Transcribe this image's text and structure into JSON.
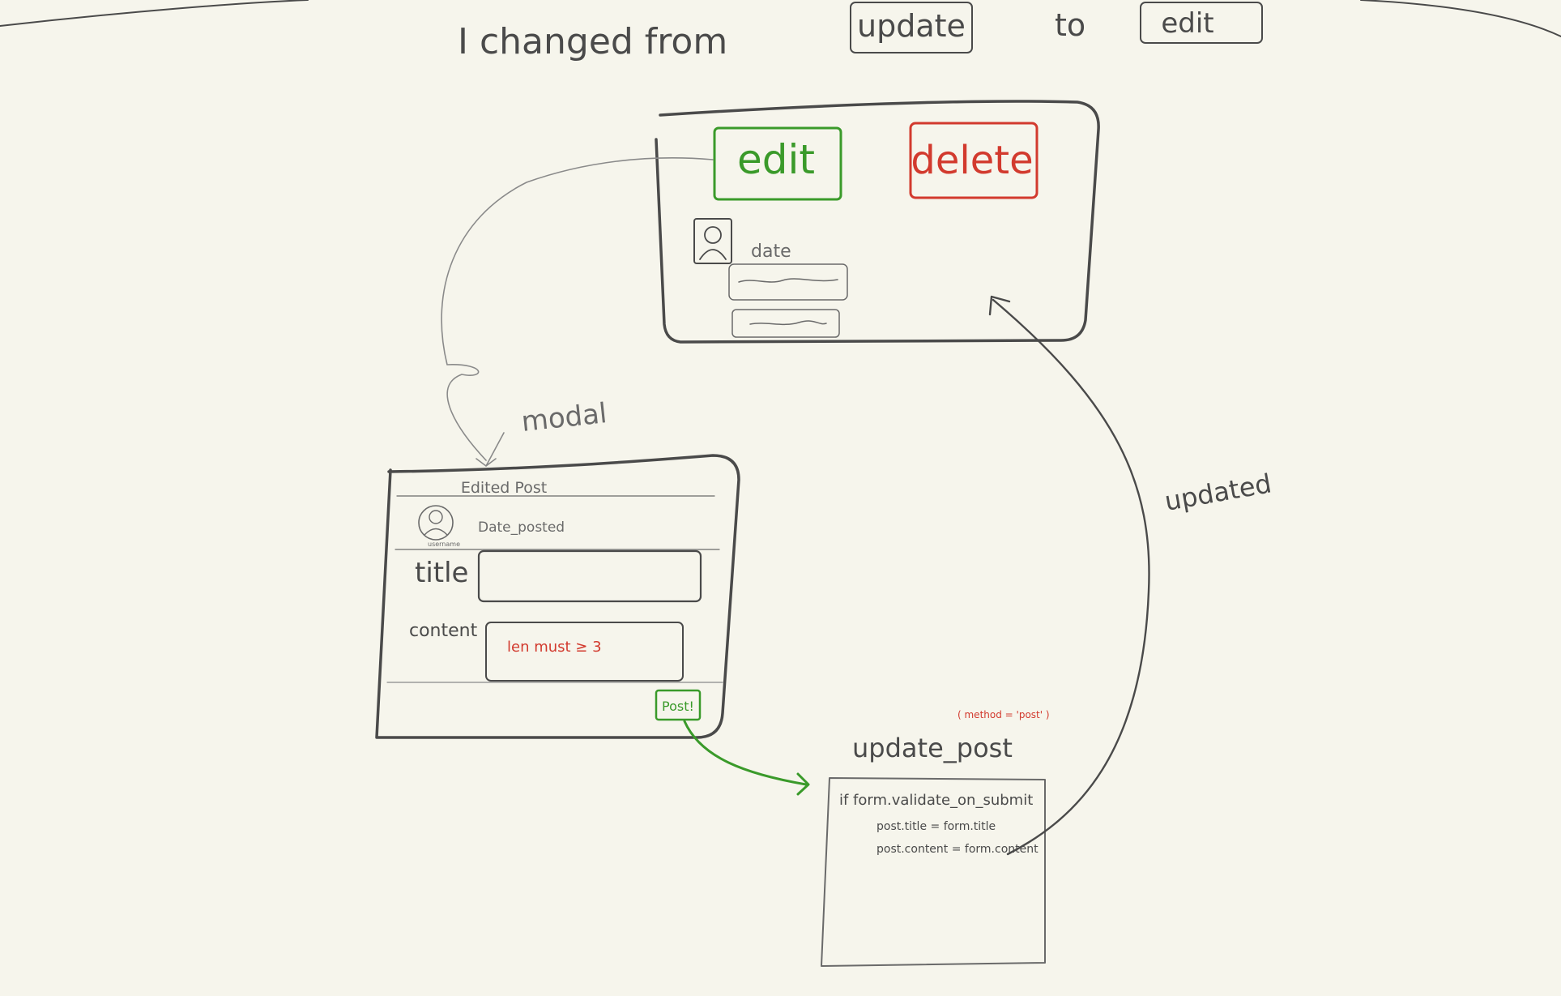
{
  "title": {
    "prefix": "I changed from",
    "old_label": "update",
    "connector": "to",
    "new_label": "edit"
  },
  "post_card": {
    "edit_label": "edit",
    "delete_label": "delete",
    "date_label": "date"
  },
  "arrow_labels": {
    "modal": "modal",
    "updated": "updated"
  },
  "modal": {
    "header": "Edited Post",
    "username": "username",
    "date_posted": "Date_posted",
    "title_label": "title",
    "content_label": "content",
    "content_error": "len must ≥ 3",
    "post_button": "Post!"
  },
  "handler": {
    "name": "update_post",
    "methods_note": "( method = 'post' )",
    "code_line1": "if form.validate_on_submit",
    "code_line2": "post.title = form.title",
    "code_line3": "post.content = form.content"
  },
  "colors": {
    "ink": "#4a4a4a",
    "green": "#3a9a2a",
    "red": "#d23a2e",
    "background": "#f6f5ec"
  }
}
